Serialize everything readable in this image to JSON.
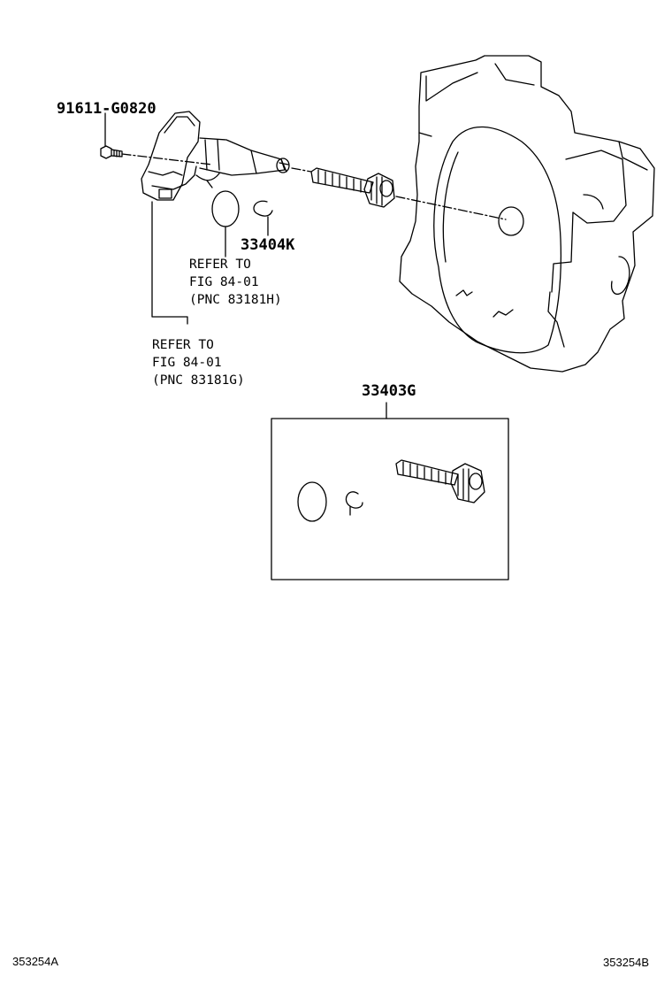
{
  "labels": {
    "bolt_part": "91611-G0820",
    "clip_part": "33404K",
    "kit_part": "33403G",
    "ref_oring": [
      "REFER TO",
      "FIG 84-01",
      "(PNC 83181H)"
    ],
    "ref_sensor": [
      "REFER TO",
      "FIG 84-01",
      "(PNC 83181G)"
    ]
  },
  "footer": {
    "left_code": "353254A",
    "right_code": "353254B"
  }
}
